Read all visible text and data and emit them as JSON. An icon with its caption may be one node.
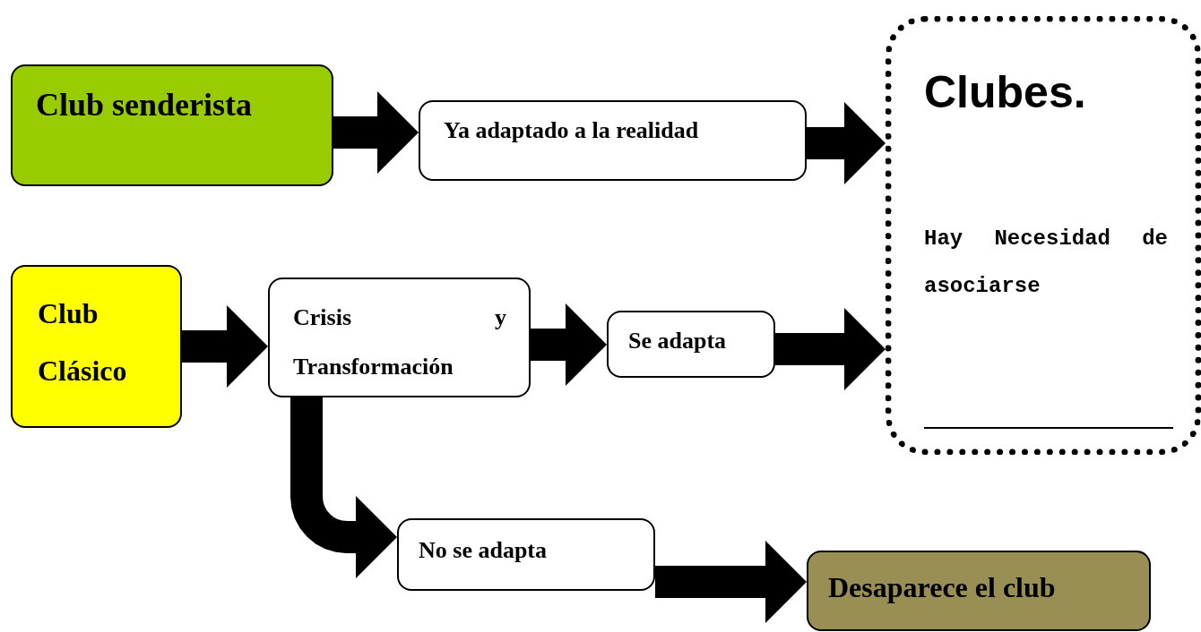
{
  "diagram": {
    "nodes": [
      {
        "text": [
          "Club senderista"
        ]
      },
      {
        "text": [
          "Ya adaptado a la realidad"
        ]
      },
      {
        "text": [
          "Clubes.",
          "Hay Necesidad de asociarse"
        ]
      },
      {
        "text": [
          "Club Clásico"
        ]
      },
      {
        "text": [
          "Crisis y Transformación"
        ]
      },
      {
        "text": [
          "Se adapta"
        ]
      },
      {
        "text": [
          "No se adapta"
        ]
      },
      {
        "text": [
          "Desaparece el club"
        ]
      }
    ],
    "edges": [
      {
        "from": 0,
        "to": 1,
        "arrow": "to",
        "style": "thick"
      },
      {
        "from": 1,
        "to": 2,
        "arrow": "to",
        "style": "thick"
      },
      {
        "from": 3,
        "to": 4,
        "arrow": "to",
        "style": "thick"
      },
      {
        "from": 4,
        "to": 5,
        "arrow": "to",
        "style": "thick"
      },
      {
        "from": 5,
        "to": 2,
        "arrow": "to",
        "style": "thick"
      },
      {
        "from": 4,
        "to": 6,
        "arrow": "to",
        "style": "thick"
      },
      {
        "from": 6,
        "to": 7,
        "arrow": "to",
        "style": "thick"
      }
    ]
  }
}
